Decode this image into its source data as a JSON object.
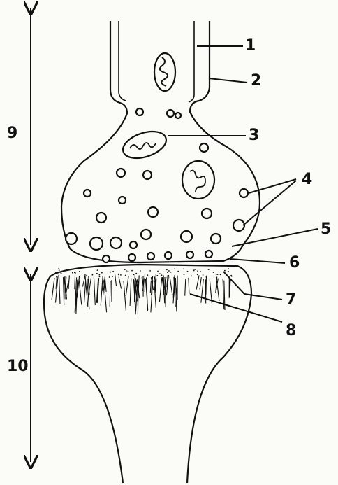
{
  "labels": {
    "l1": "1",
    "l2": "2",
    "l3": "3",
    "l4": "4",
    "l5": "5",
    "l6": "6",
    "l7": "7",
    "l8": "8",
    "l9": "9",
    "l10": "10"
  },
  "colors": {
    "ink": "#111111",
    "paper": "#fbfbf7"
  }
}
